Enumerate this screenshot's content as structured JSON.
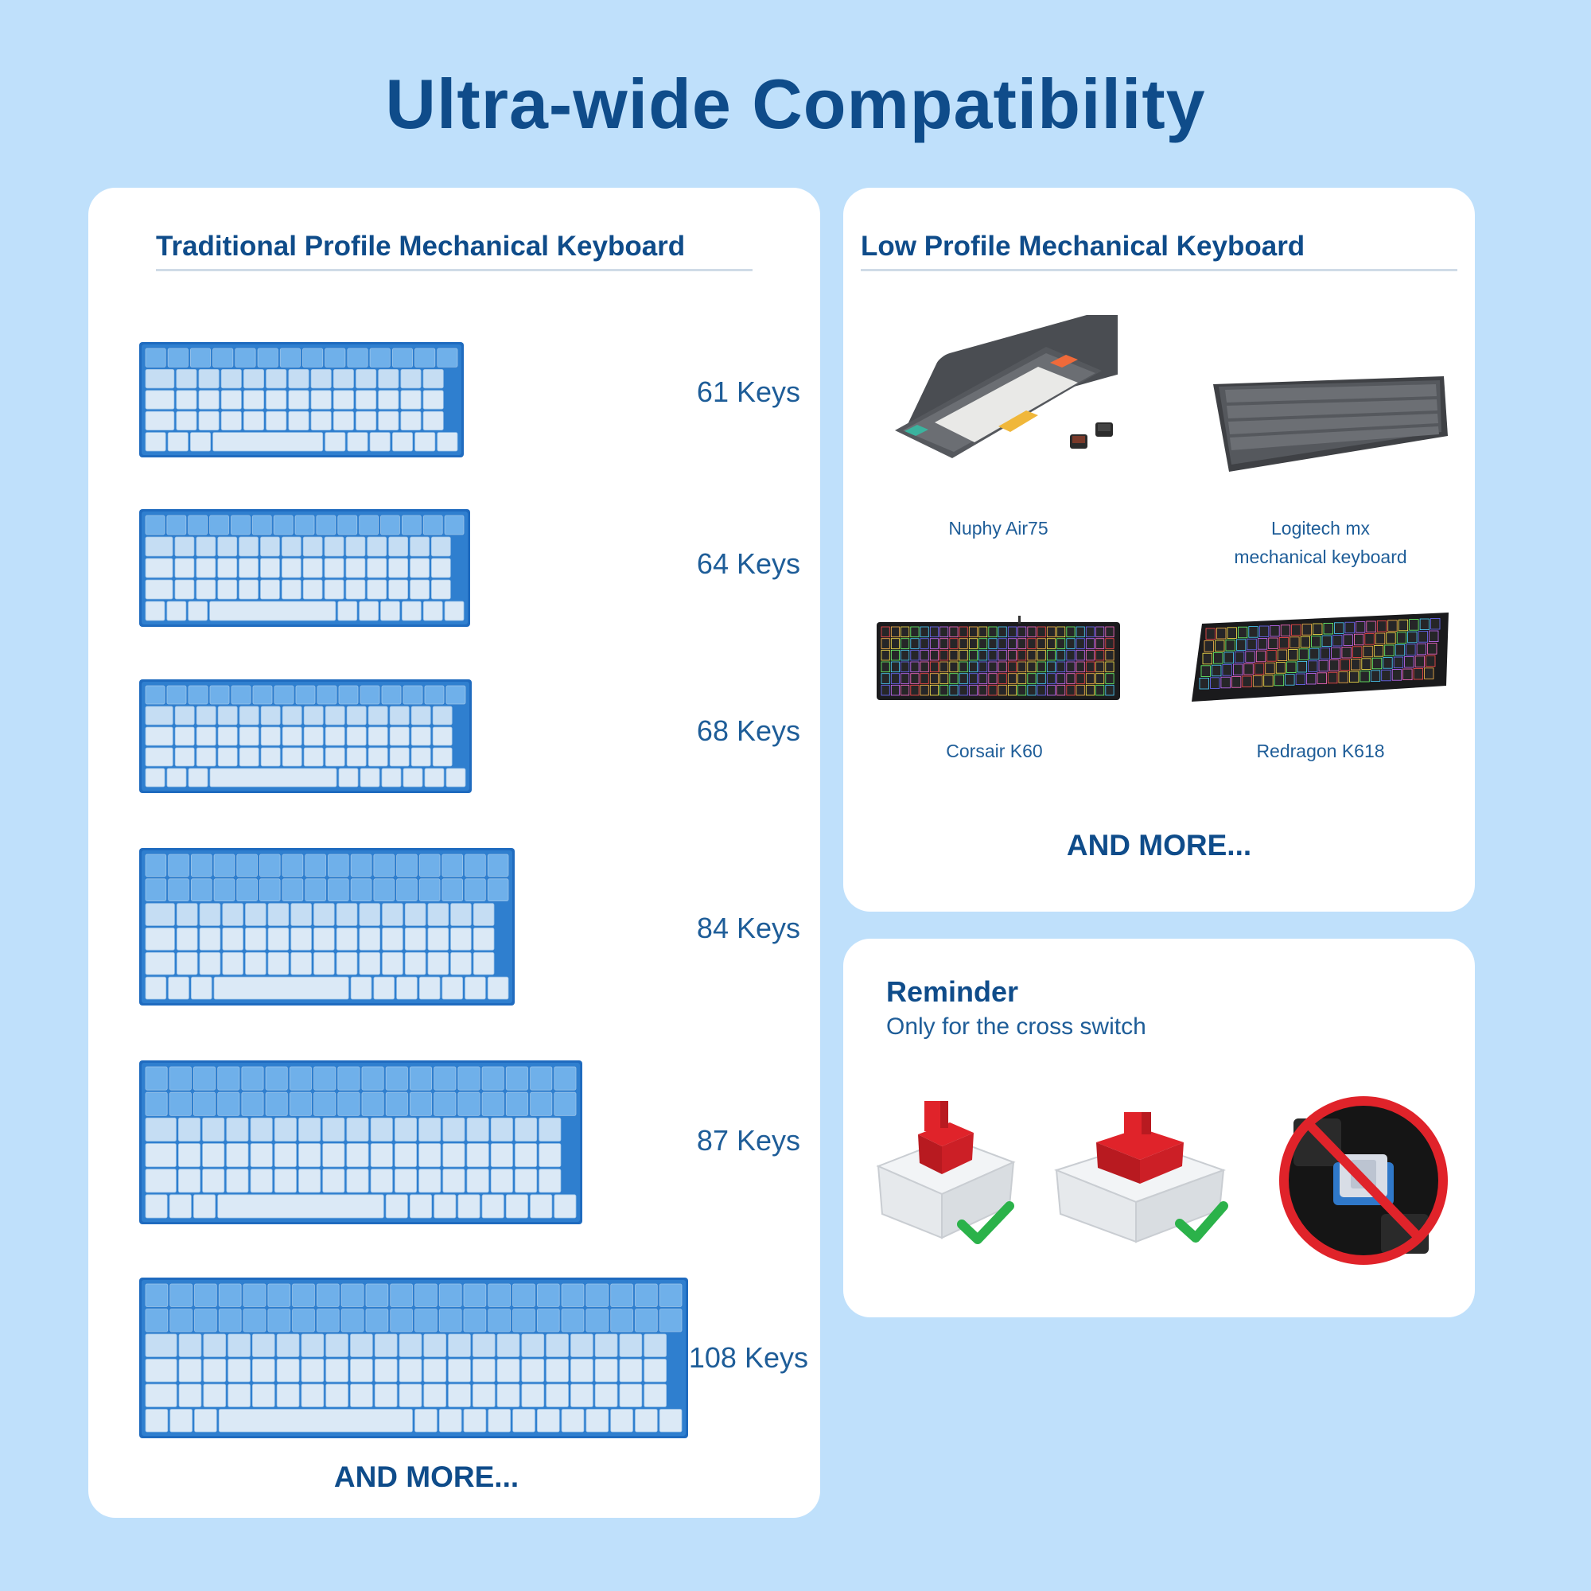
{
  "page": {
    "title": "Ultra-wide Compatibility"
  },
  "traditional": {
    "heading": "Traditional Profile Mechanical Keyboard",
    "keyboards": [
      {
        "label": "61 Keys"
      },
      {
        "label": "64 Keys"
      },
      {
        "label": "68 Keys"
      },
      {
        "label": "84 Keys"
      },
      {
        "label": "87 Keys"
      },
      {
        "label": "108 Keys"
      }
    ],
    "more": "AND MORE..."
  },
  "low_profile": {
    "heading": "Low Profile Mechanical Keyboard",
    "products": [
      {
        "name": "Nuphy Air75"
      },
      {
        "name_line1": "Logitech mx",
        "name_line2": "mechanical keyboard"
      },
      {
        "name": "Corsair K60"
      },
      {
        "name": "Redragon K618"
      }
    ],
    "more": "AND MORE..."
  },
  "reminder": {
    "title": "Reminder",
    "subtitle": "Only for the cross switch"
  },
  "colors": {
    "background": "#bfe0fb",
    "heading": "#0f4c8a",
    "keyboard_case": "#2f7fcf",
    "key_light": "#dbe9f6",
    "key_blue": "#6fb0ea",
    "switch_red": "#e0232a",
    "check_green": "#2bb24a"
  }
}
